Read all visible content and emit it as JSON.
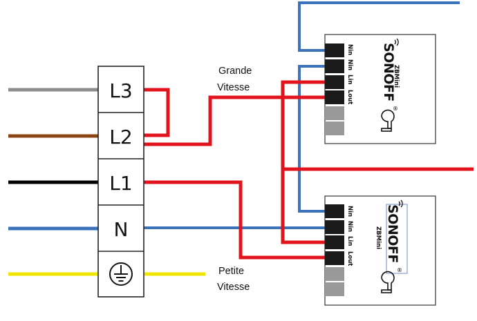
{
  "colors": {
    "gray_wire": "#8c8c8c",
    "brown_wire": "#8b4513",
    "black_wire": "#000000",
    "neutral_blue": "#3b72b9",
    "earth_yellow": "#f2e600",
    "live_red": "#e1141c",
    "terminal_dark": "#1a1a1a",
    "terminal_gray": "#999999"
  },
  "terminal_block": {
    "rows": [
      {
        "label": "L3",
        "wire": "gray"
      },
      {
        "label": "L2",
        "wire": "brown"
      },
      {
        "label": "L1",
        "wire": "black"
      },
      {
        "label": "N",
        "wire": "blue"
      },
      {
        "label": "",
        "wire": "yellow",
        "icon": "earth-ground-icon"
      }
    ]
  },
  "labels": {
    "high_speed_line1": "Grande",
    "high_speed_line2": "Vitesse",
    "low_speed_line1": "Petite",
    "low_speed_line2": "Vitesse"
  },
  "modules": [
    {
      "brand": "SONOFF",
      "registered": "®",
      "model": "ZBMini",
      "pins": [
        "Nin",
        "Nin",
        "Lin",
        "Lout"
      ],
      "icon": "button-icon"
    },
    {
      "brand": "SONOFF",
      "registered": "®",
      "model": "ZBMini",
      "pins": [
        "Nin",
        "Nin",
        "Lin",
        "Lout"
      ],
      "icon": "button-icon"
    }
  ]
}
